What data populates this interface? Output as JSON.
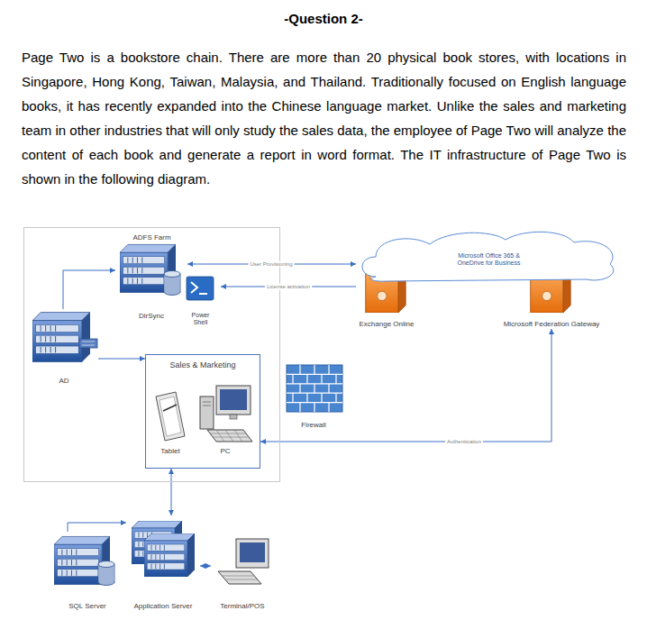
{
  "diagram": {
    "title": "-Question 2-",
    "nodes": [
      {
        "text": [
          "ADFS Farm"
        ]
      },
      {
        "text": [
          "DirSync"
        ],
        "in": 0
      },
      {
        "text": [
          "Power Shell"
        ],
        "in": 0
      },
      {
        "text": [
          "AD"
        ],
        "in": 0
      },
      {
        "text": [
          "Sales & Marketing"
        ],
        "in": 0
      },
      {
        "text": [
          "Tablet"
        ],
        "in": 4
      },
      {
        "text": [
          "PC"
        ],
        "in": 4
      },
      {
        "text": [
          "Firewall"
        ]
      },
      {
        "text": [
          "Microsoft Office 365 & OneDrive for Business"
        ]
      },
      {
        "text": [
          "Exchange Online"
        ]
      },
      {
        "text": [
          "Microsoft Federation Gateway"
        ]
      },
      {
        "text": [
          "SQL Server"
        ]
      },
      {
        "text": [
          "Application Server"
        ]
      },
      {
        "text": [
          "Terminal/POS"
        ]
      }
    ],
    "edges": [
      {
        "from": 1,
        "to": 9,
        "label": "User Provisioning",
        "arrow": "both"
      },
      {
        "from": 9,
        "to": 2,
        "label": "License activation",
        "arrow": "to"
      },
      {
        "from": 3,
        "to": 1,
        "arrow": "to"
      },
      {
        "from": 3,
        "to": 4,
        "arrow": "to"
      },
      {
        "from": 10,
        "to": 4,
        "label": "Authentication",
        "arrow": "both"
      },
      {
        "from": 4,
        "to": 12,
        "arrow": "both"
      },
      {
        "from": 11,
        "to": 12,
        "arrow": "to"
      },
      {
        "from": 12,
        "to": 13,
        "arrow": "both"
      }
    ],
    "labels": [
      "Page Two is a bookstore chain. There are more than 20 physical book stores, with locations in Singapore, Hong Kong, Taiwan, Malaysia, and Thailand. Traditionally focused on English language books, it has recently expanded into the Chinese language market. Unlike the sales and marketing team in other industries that will only study the sales data, the employee of Page Two will analyze the content of each book and generate a report in word format. The IT infrastructure of Page Two is shown in the following diagram."
    ]
  }
}
